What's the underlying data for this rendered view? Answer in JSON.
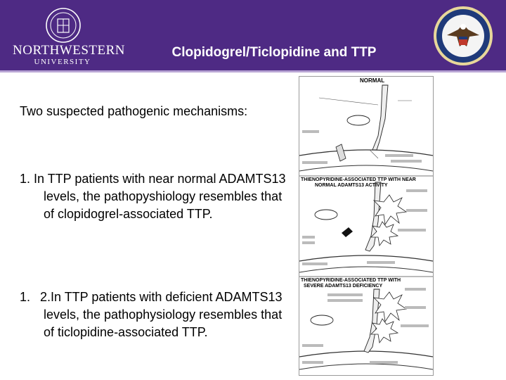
{
  "header": {
    "logo_name": "NORTHWESTERN",
    "logo_sub": "UNIVERSITY",
    "title": "Clopidogrel/Ticlopidine and TTP",
    "left_seal_icon": "northwestern-seal-icon",
    "right_seal_icon": "veterans-affairs-seal-icon"
  },
  "content": {
    "intro": "Two suspected pathogenic mechanisms:",
    "point1_number": "1.",
    "point1_text": "In TTP patients with near normal ADAMTS13 levels, the pathopyshiology resembles that of clopidogrel-associated TTP.",
    "point2_number": "1.",
    "point2_subnumber": "2.",
    "point2_text": "In TTP patients with deficient ADAMTS13 levels, the pathophysiology resembles that of ticlopidine-associated TTP."
  },
  "figure": {
    "panel1_label": "NORMAL",
    "panel2_label_line1": "THIENOPYRIDINE-ASSOCIATED TTP WITH NEAR",
    "panel2_label_line2": "NORMAL ADAMTS13 ACTIVITY",
    "panel3_label_line1": "THIENOPYRIDINE-ASSOCIATED TTP WITH",
    "panel3_label_line2": "SEVERE ADAMTS13 DEFICIENCY"
  },
  "colors": {
    "header_bg": "#4e2a84",
    "header_rule": "#b8a4d4",
    "text": "#000000"
  }
}
